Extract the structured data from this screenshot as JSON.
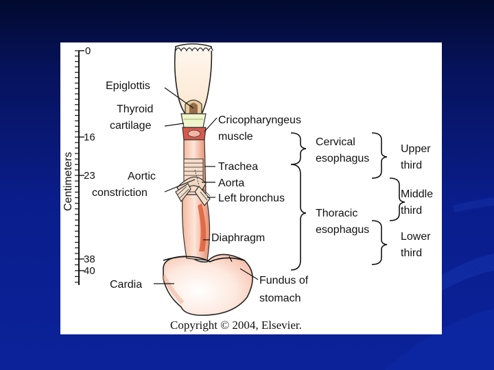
{
  "scale": {
    "axis_title": "Centimeters",
    "ticks": [
      {
        "value": 0,
        "label": "0"
      },
      {
        "value": 16,
        "label": "16"
      },
      {
        "value": 23,
        "label": "23"
      },
      {
        "value": 38,
        "label": "38"
      },
      {
        "value": 40,
        "label": "40"
      }
    ]
  },
  "labels": {
    "epiglottis": "Epiglottis",
    "thyroid_1": "Thyroid",
    "thyroid_2": "cartilage",
    "crico_1": "Cricopharyngeus",
    "crico_2": "muscle",
    "trachea": "Trachea",
    "aortic_1": "Aortic",
    "aortic_2": "constriction",
    "aorta": "Aorta",
    "left_bronchus": "Left bronchus",
    "diaphragm": "Diaphragm",
    "cardia": "Cardia",
    "fundus_1": "Fundus of",
    "fundus_2": "stomach"
  },
  "regions": {
    "cervical_1": "Cervical",
    "cervical_2": "esophagus",
    "thoracic_1": "Thoracic",
    "thoracic_2": "esophagus",
    "upper_1": "Upper",
    "upper_2": "third",
    "middle_1": "Middle",
    "middle_2": "third",
    "lower_1": "Lower",
    "lower_2": "third"
  },
  "copyright": "Copyright © 2004, Elsevier."
}
